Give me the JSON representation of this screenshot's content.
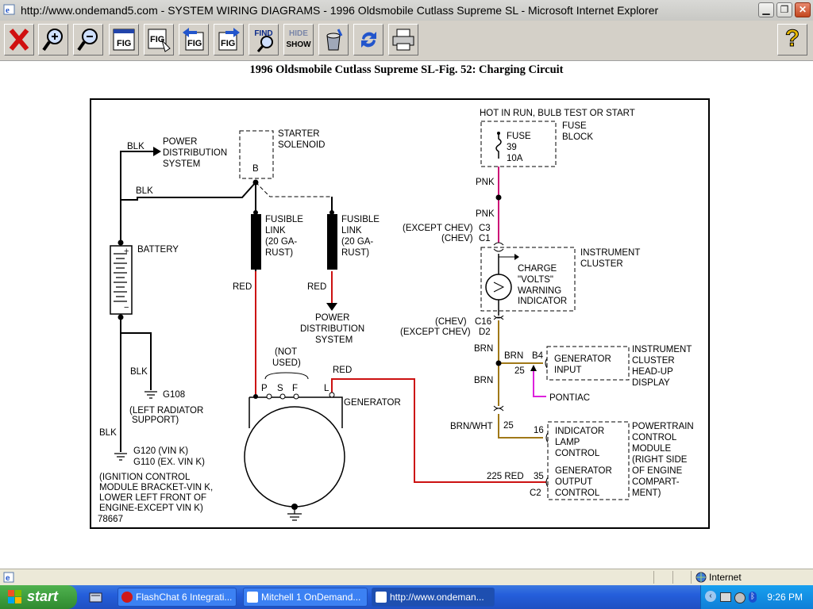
{
  "window": {
    "title": "http://www.ondemand5.com - SYSTEM WIRING DIAGRAMS - 1996 Oldsmobile Cutlass Supreme SL - Microsoft Internet Explorer"
  },
  "toolbar": {
    "find_label": "FIND",
    "hide_label": "HIDE",
    "show_label": "SHOW",
    "fig_label": "FIG",
    "help_label": "?"
  },
  "page": {
    "title": "1996 Oldsmobile Cutlass Supreme SL-Fig. 52: Charging Circuit"
  },
  "diagram": {
    "labels": {
      "blk1": "BLK",
      "pds1_a": "POWER",
      "pds1_b": "DISTRIBUTION",
      "pds1_c": "SYSTEM",
      "starter_a": "STARTER",
      "starter_b": "SOLENOID",
      "b": "B",
      "blk2": "BLK",
      "battery": "BATTERY",
      "plus": "+",
      "minus": "−",
      "fl1_a": "FUSIBLE",
      "fl1_b": "LINK",
      "fl1_c": "(20 GA-",
      "fl1_d": "RUST)",
      "fl2_a": "FUSIBLE",
      "fl2_b": "LINK",
      "fl2_c": "(20 GA-",
      "fl2_d": "RUST)",
      "red1": "RED",
      "red2": "RED",
      "pds2_a": "POWER",
      "pds2_b": "DISTRIBUTION",
      "pds2_c": "SYSTEM",
      "notused_a": "(NOT",
      "notused_b": "USED)",
      "p": "P",
      "s": "S",
      "f": "F",
      "l": "L",
      "red3": "RED",
      "generator": "GENERATOR",
      "blk3": "BLK",
      "g108": "G108",
      "leftrad_a": "(LEFT RADIATOR",
      "leftrad_b": "SUPPORT)",
      "blk4": "BLK",
      "g120": "G120 (VIN K)",
      "g110": "G110 (EX. VIN K)",
      "icm_a": "(IGNITION CONTROL",
      "icm_b": "MODULE BRACKET-VIN K,",
      "icm_c": "LOWER LEFT FRONT OF",
      "icm_d": "ENGINE-EXCEPT VIN K)",
      "fignum": "78667",
      "hot": "HOT IN RUN, BULB TEST OR START",
      "fuseblock_a": "FUSE",
      "fuseblock_b": "BLOCK",
      "fuse_a": "FUSE",
      "fuse_b": "39",
      "fuse_c": "10A",
      "pnk1": "PNK",
      "pnk2": "PNK",
      "exceptchev1": "(EXCEPT CHEV)",
      "c3": "C3",
      "chev1": "(CHEV)",
      "c1": "C1",
      "ic_a": "INSTRUMENT",
      "ic_b": "CLUSTER",
      "charge_a": "CHARGE",
      "charge_b": "\"VOLTS\"",
      "charge_c": "WARNING",
      "charge_d": "INDICATOR",
      "chev2": "(CHEV)",
      "c16": "C16",
      "exceptchev2": "(EXCEPT CHEV)",
      "d2": "D2",
      "brn1": "BRN",
      "brn2": "BRN",
      "b4": "B4",
      "n25a": "25",
      "geninput_a": "GENERATOR",
      "geninput_b": "INPUT",
      "hud_a": "INSTRUMENT",
      "hud_b": "CLUSTER",
      "hud_c": "HEAD-UP",
      "hud_d": "DISPLAY",
      "pontiac": "PONTIAC",
      "brn3": "BRN",
      "brnwht": "BRN/WHT",
      "n25b": "25",
      "n16": "16",
      "ilc_a": "INDICATOR",
      "ilc_b": "LAMP",
      "ilc_c": "CONTROL",
      "goc_a": "GENERATOR",
      "goc_b": "OUTPUT",
      "goc_c": "CONTROL",
      "red225": "225 RED",
      "n35": "35",
      "c2": "C2",
      "pcm_a": "POWERTRAIN",
      "pcm_b": "CONTROL",
      "pcm_c": "MODULE",
      "pcm_d": "(RIGHT SIDE",
      "pcm_e": "OF ENGINE",
      "pcm_f": "COMPART-",
      "pcm_g": "MENT)"
    },
    "colors": {
      "red": "#cc1111",
      "pink": "#cc1177",
      "brown": "#a07818",
      "magenta": "#dd22dd",
      "black": "#000000"
    }
  },
  "statusbar": {
    "zone": "Internet"
  },
  "taskbar": {
    "start": "start",
    "tasks": [
      {
        "label": "FlashChat 6 Integrati..."
      },
      {
        "label": "Mitchell 1 OnDemand..."
      },
      {
        "label": "http://www.ondeman..."
      }
    ],
    "clock": "9:26 PM"
  }
}
